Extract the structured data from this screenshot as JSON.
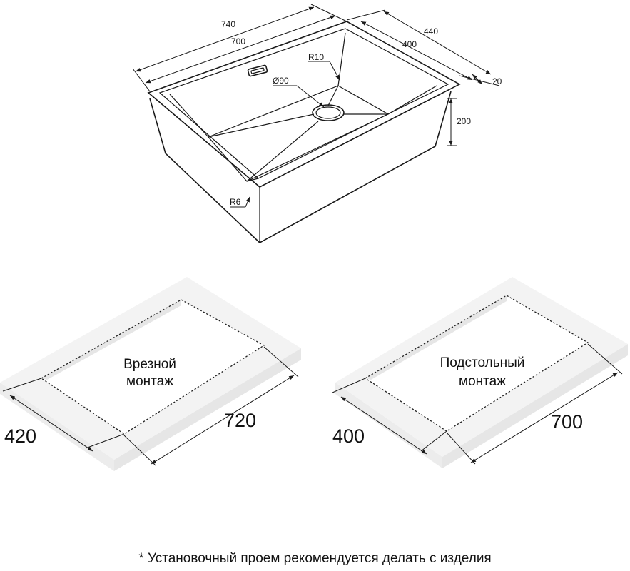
{
  "sink": {
    "dimensions": {
      "outer_length": "740",
      "inner_length": "700",
      "outer_width": "440",
      "inner_width": "400",
      "rim": "20",
      "depth": "200",
      "corner_radius_top": "R10",
      "drain_diameter": "Ø90",
      "corner_radius_bottom": "R6"
    }
  },
  "mounting": [
    {
      "label_line1": "Врезной",
      "label_line2": "монтаж",
      "width": "420",
      "length": "720"
    },
    {
      "label_line1": "Подстольный",
      "label_line2": "монтаж",
      "width": "400",
      "length": "700"
    }
  ],
  "footnote": "* Установочный проем рекомендуется делать с изделия"
}
